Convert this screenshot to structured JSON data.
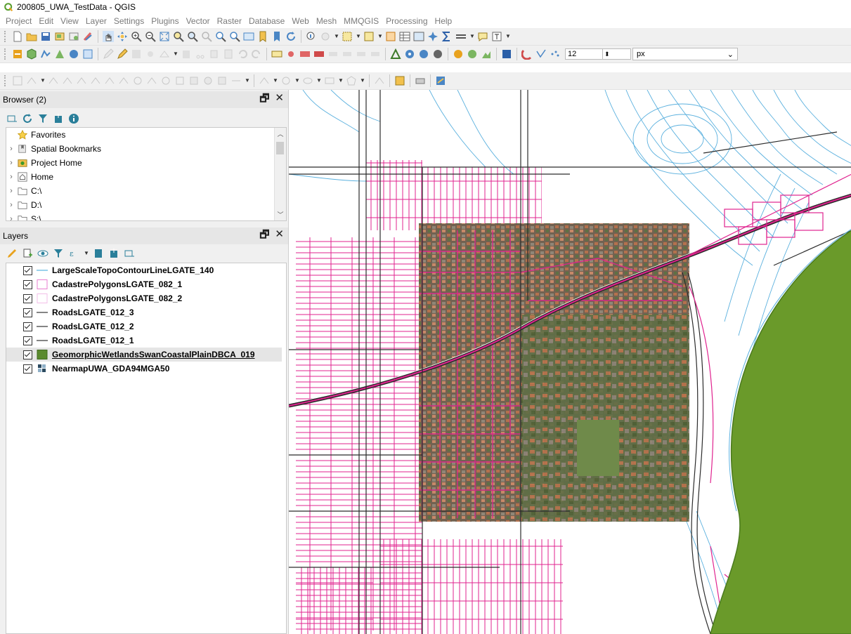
{
  "window": {
    "title": "200805_UWA_TestData - QGIS",
    "app_icon": "qgis-logo-icon"
  },
  "menu": [
    "Project",
    "Edit",
    "View",
    "Layer",
    "Settings",
    "Plugins",
    "Vector",
    "Raster",
    "Database",
    "Web",
    "Mesh",
    "MMQGIS",
    "Processing",
    "Help"
  ],
  "toolbar": {
    "symbol_size_value": "12",
    "symbol_size_unit": "px"
  },
  "browser_panel": {
    "title": "Browser (2)",
    "items": [
      {
        "label": "Favorites",
        "icon": "star-icon",
        "expandable": false
      },
      {
        "label": "Spatial Bookmarks",
        "icon": "bookmark-icon",
        "expandable": true
      },
      {
        "label": "Project Home",
        "icon": "project-home-icon",
        "expandable": true
      },
      {
        "label": "Home",
        "icon": "home-icon",
        "expandable": true
      },
      {
        "label": "C:\\",
        "icon": "drive-icon",
        "expandable": true
      },
      {
        "label": "D:\\",
        "icon": "drive-icon",
        "expandable": true
      },
      {
        "label": "S:\\",
        "icon": "drive-icon",
        "expandable": true
      }
    ]
  },
  "layers_panel": {
    "title": "Layers",
    "layers": [
      {
        "name": "LargeScaleTopoContourLineLGATE_140",
        "checked": true,
        "symbol": "line",
        "color": "#58b4e0"
      },
      {
        "name": "CadastrePolygonsLGATE_082_1",
        "checked": true,
        "symbol": "polygon-outline",
        "color": "#e87fd0"
      },
      {
        "name": "CadastrePolygonsLGATE_082_2",
        "checked": true,
        "symbol": "polygon-outline",
        "color": "#f3bfe8"
      },
      {
        "name": "RoadsLGATE_012_3",
        "checked": true,
        "symbol": "line",
        "color": "#333333"
      },
      {
        "name": "RoadsLGATE_012_2",
        "checked": true,
        "symbol": "line",
        "color": "#333333"
      },
      {
        "name": "RoadsLGATE_012_1",
        "checked": true,
        "symbol": "line",
        "color": "#333333"
      },
      {
        "name": "GeomorphicWetlandsSwanCoastalPlainDBCA_019",
        "checked": true,
        "symbol": "polygon-fill",
        "color": "#5a8a2e",
        "selected": true
      },
      {
        "name": "NearmapUWA_GDA94MGA50",
        "checked": true,
        "symbol": "raster",
        "color": "#3a5a70"
      }
    ]
  },
  "colors": {
    "cadastre": "#e0238f",
    "contour": "#5ab0de",
    "roads": "#2b2b2b",
    "wetland": "#6a9a2a",
    "aerial": "#7d6a55"
  }
}
